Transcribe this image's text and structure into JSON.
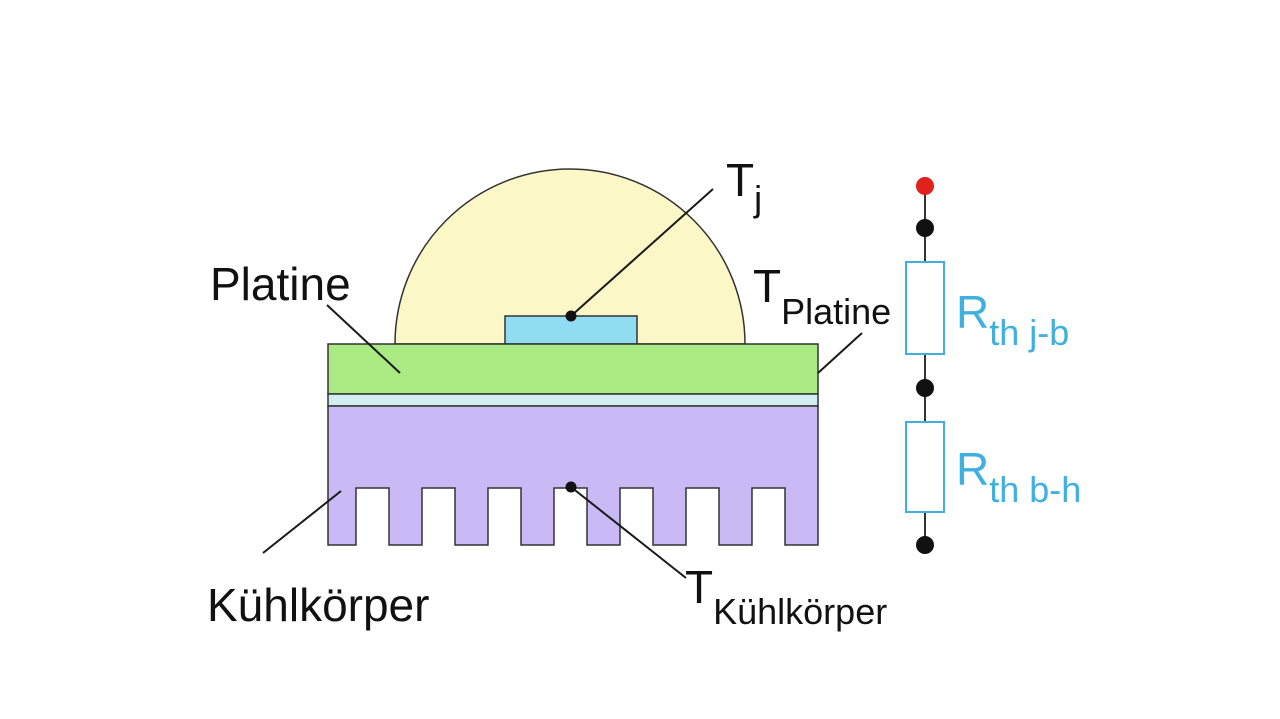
{
  "colors": {
    "dome": "#fbf7c6",
    "chip": "#8fdcf3",
    "board": "#a9eb82",
    "interface": "#d3eef0",
    "heatsink": "#c9b9f4",
    "outline": "#333333",
    "resistor": "#3fb0e0",
    "node": "#111111",
    "node_top": "#e0211d"
  },
  "labels": {
    "tj": {
      "main": "T",
      "sub": "j"
    },
    "t_platine": {
      "main": "T",
      "sub": "Platine"
    },
    "t_kuehlkoerper": {
      "main": "T",
      "sub": "Kühlkörper"
    },
    "platine": "Platine",
    "kuehlkoerper": "Kühlkörper"
  },
  "circuit": {
    "r1": {
      "main": "R",
      "sub": "th j-b"
    },
    "r2": {
      "main": "R",
      "sub": "th b-h"
    }
  },
  "icons": [
    "resistor-symbol",
    "circuit-node"
  ]
}
